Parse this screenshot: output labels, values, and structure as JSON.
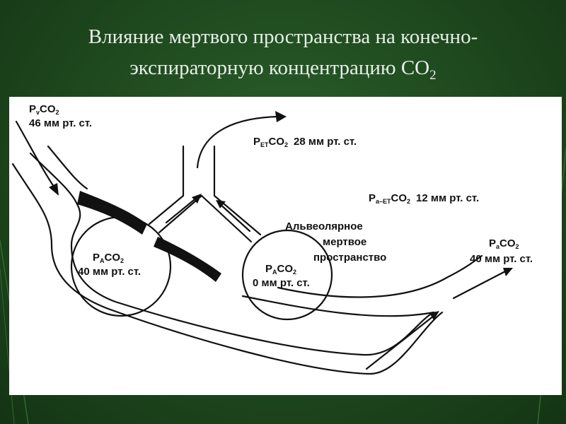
{
  "title": {
    "line1": "Влияние мертвого пространства на конечно-",
    "line2": "экспираторную концентрацию СО",
    "line2_sub": "2"
  },
  "diagram": {
    "pv_label": {
      "p": "P",
      "sub": "v",
      "rest": "CO",
      "sub2": "2",
      "value": "46 мм рт. ст."
    },
    "pet_label": {
      "p": "P",
      "sub": "ET",
      "rest": "CO",
      "sub2": "2",
      "value": "28 мм рт. ст."
    },
    "pa_et_label": {
      "p": "P",
      "sub": "a–ET",
      "rest": "CO",
      "sub2": "2",
      "value": "12 мм рт. ст."
    },
    "alv_dead_space": [
      "Альвеолярное",
      "мертвое",
      "пространство"
    ],
    "left_alveolus": {
      "p": "P",
      "sub": "A",
      "rest": "CO",
      "sub2": "2",
      "value": "40 мм рт. ст."
    },
    "right_alveolus": {
      "p": "P",
      "sub": "A",
      "rest": "CO",
      "sub2": "2",
      "value": "0 мм рт. ст."
    },
    "pa_label": {
      "p": "P",
      "sub": "a",
      "rest": "CO",
      "sub2": "2",
      "value": "40 мм рт. ст."
    }
  },
  "colors": {
    "background": "#1f4a1f",
    "title": "#e8efe8",
    "figure": "#ffffff",
    "ink": "#111111"
  }
}
